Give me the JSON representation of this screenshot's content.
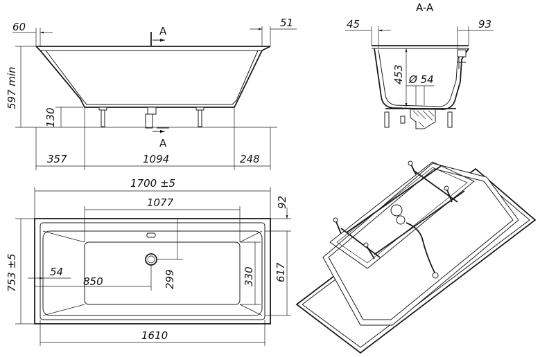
{
  "section_title": "A-A",
  "section_marker": "A",
  "side_view": {
    "dims": {
      "left_offset": "60",
      "right_offset": "51",
      "height": "597 min",
      "leg_height": "130",
      "left_seg": "357",
      "mid_seg": "1094",
      "right_seg": "248"
    }
  },
  "section_view": {
    "dims": {
      "left": "45",
      "right": "93",
      "depth": "453",
      "drain": "Ø 54"
    }
  },
  "top_view": {
    "dims": {
      "length": "1700 ±5",
      "inner_length": "1077",
      "offset_top": "92",
      "width": "753 ±5",
      "drain_offset": "54",
      "drain_x": "850",
      "drain_y": "299",
      "inner_width": "330",
      "inner_full": "617",
      "bottom_length": "1610"
    }
  }
}
